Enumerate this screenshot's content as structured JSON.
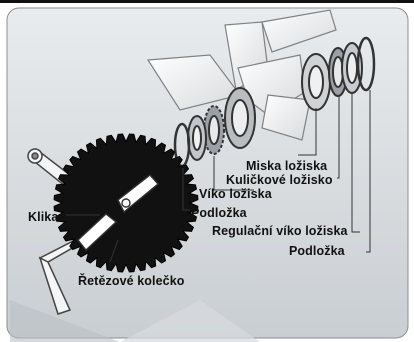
{
  "labels": {
    "miska_loziska": "Miska ložiska",
    "kulickove_lozisko": "Kuličkové ložisko",
    "viko_loziska": "Víko ložiska",
    "podlozka_left": "Podložka",
    "klika": "Klika",
    "regulacni_viko_loziska": "Regulační víko ložiska",
    "podlozka_right": "Podložka",
    "retezove_kolecko": "Řetězové kolečko"
  }
}
